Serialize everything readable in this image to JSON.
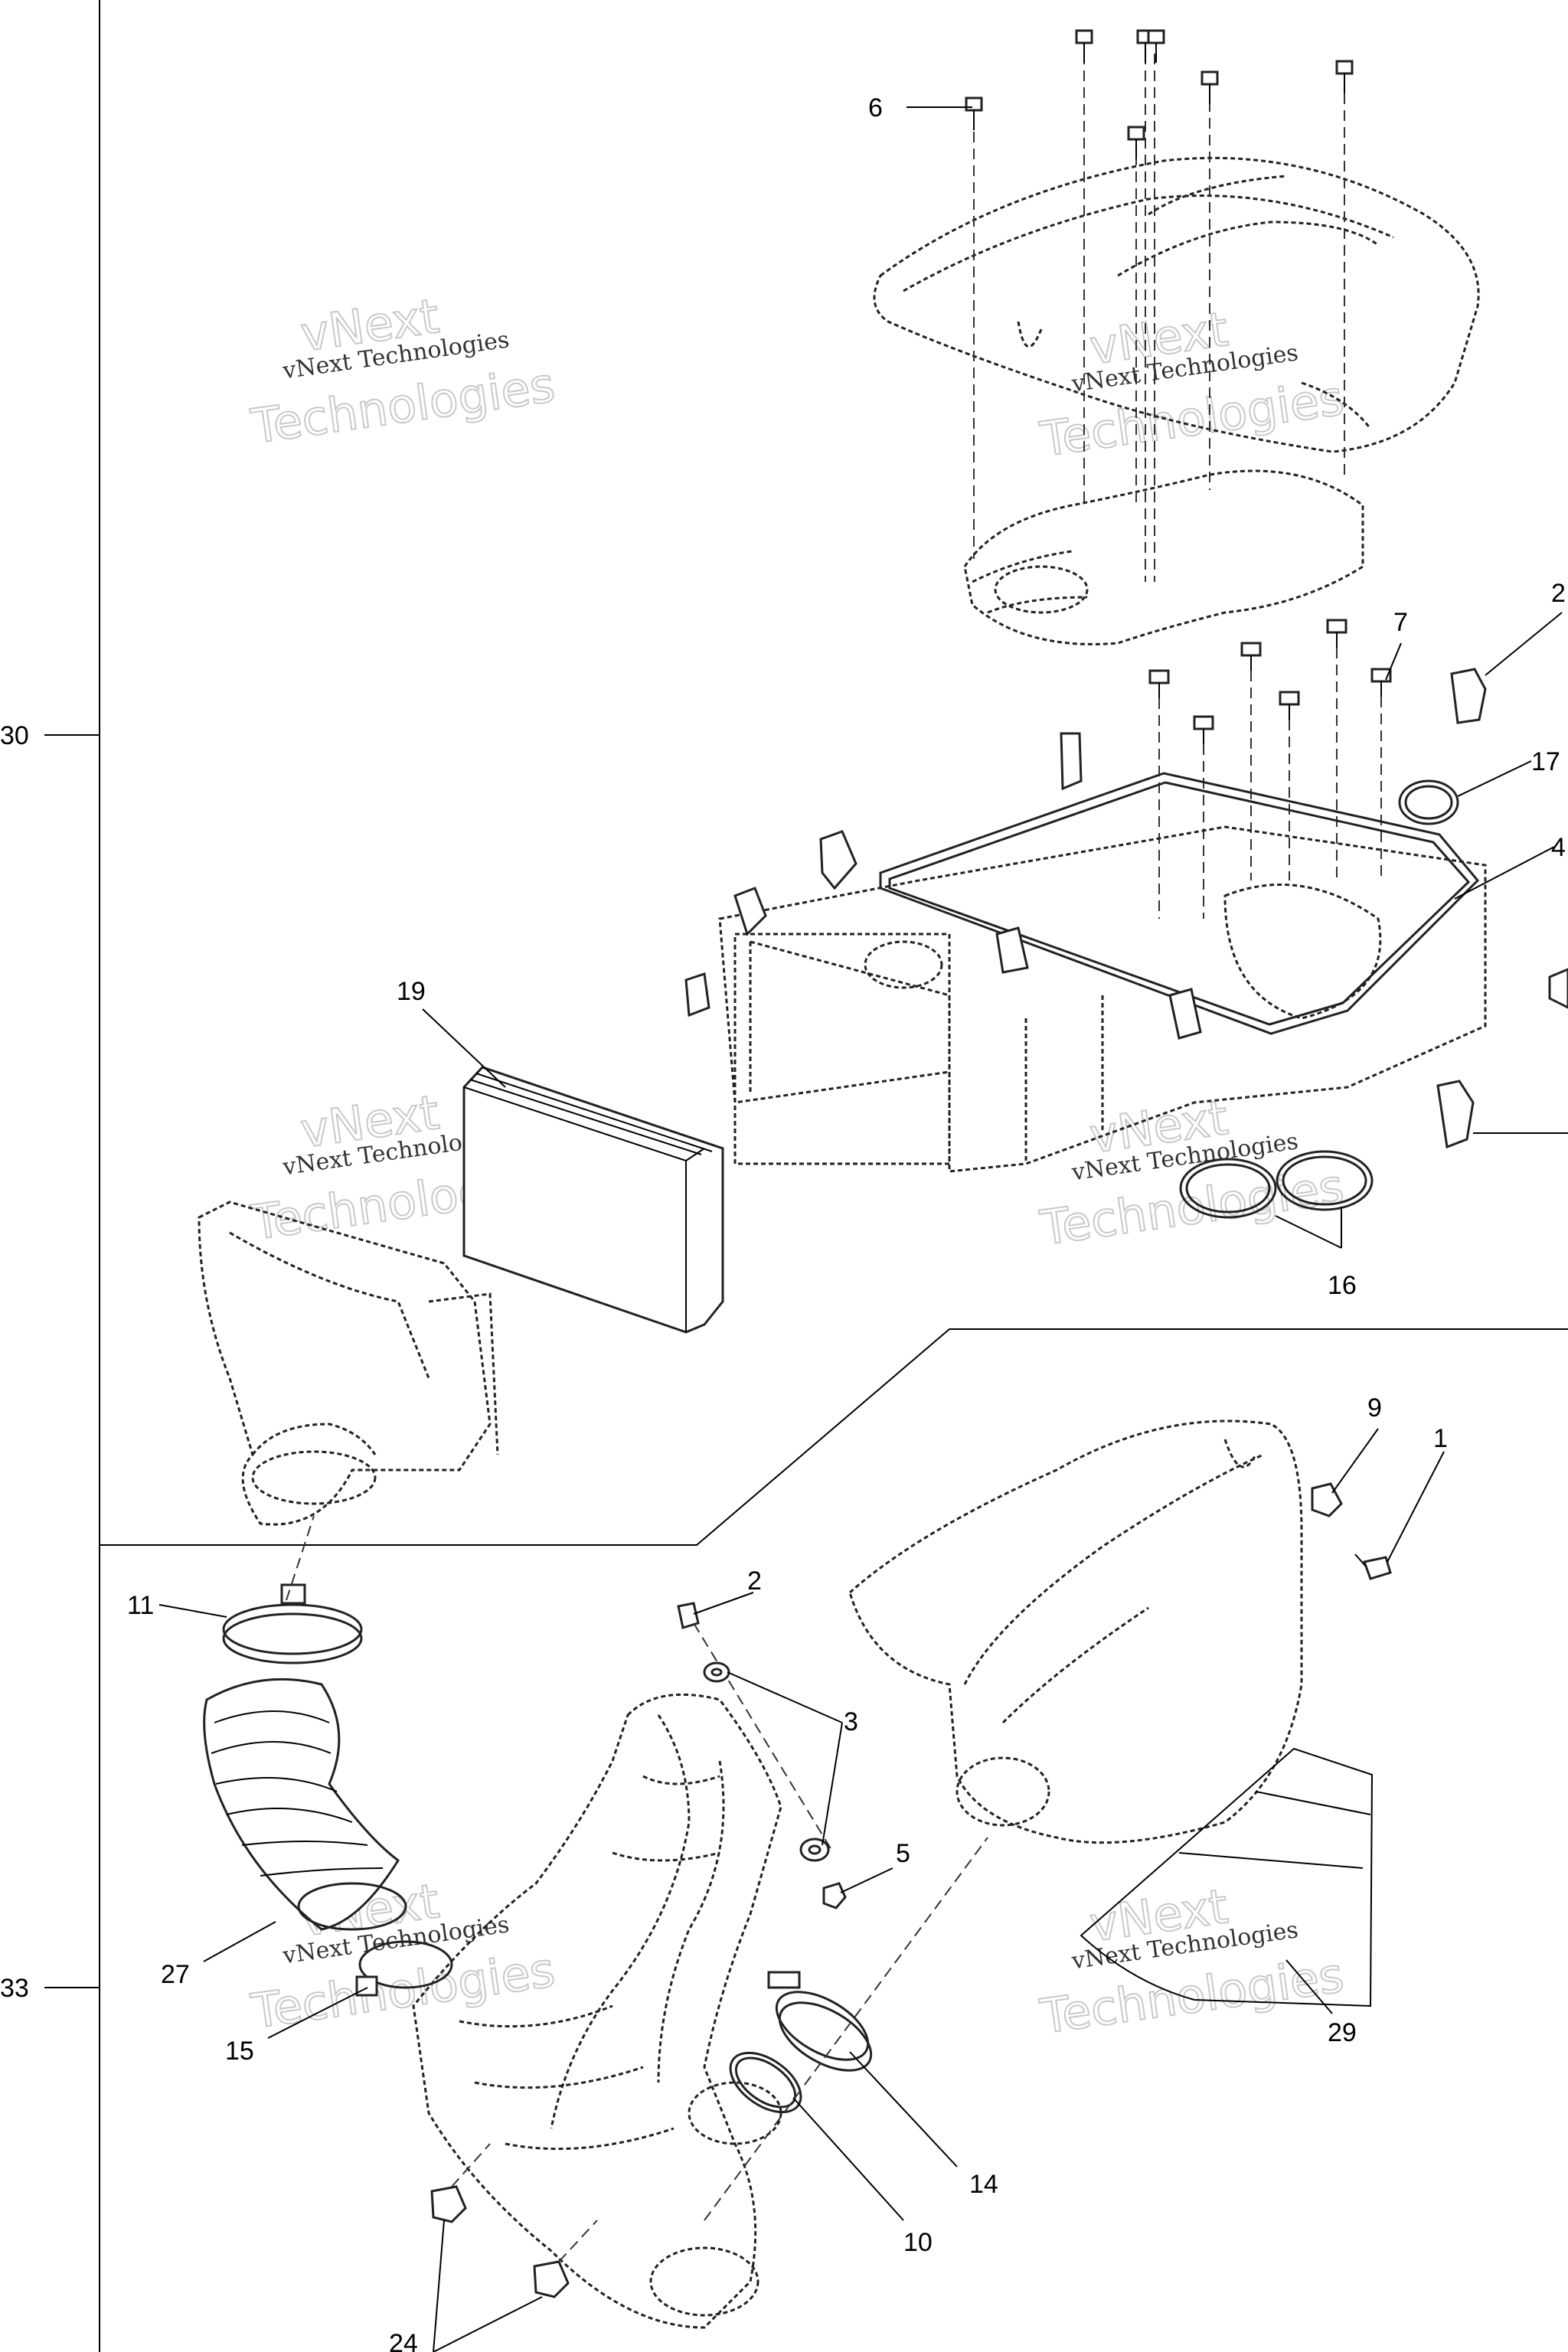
{
  "divisions": [
    {
      "label": "30"
    },
    {
      "label": "33"
    }
  ],
  "callouts": [
    {
      "label": "6"
    },
    {
      "label": "7"
    },
    {
      "label": "2"
    },
    {
      "label": "17"
    },
    {
      "label": "4"
    },
    {
      "label": "19"
    },
    {
      "label": "16"
    },
    {
      "label": "9"
    },
    {
      "label": "1"
    },
    {
      "label": "11"
    },
    {
      "label": "2"
    },
    {
      "label": "3"
    },
    {
      "label": "5"
    },
    {
      "label": "27"
    },
    {
      "label": "15"
    },
    {
      "label": "14"
    },
    {
      "label": "10"
    },
    {
      "label": "29"
    },
    {
      "label": "24"
    }
  ],
  "watermarks": [
    {
      "line1": "vNext Technologies",
      "line2": "vNext",
      "line3": "Technologies"
    },
    {
      "line1": "vNext Technologies",
      "line2": "vNext",
      "line3": "Technologies"
    },
    {
      "line1": "vNext Technologies",
      "line2": "vNext",
      "line3": "Technologies"
    },
    {
      "line1": "vNext Technologies",
      "line2": "vNext",
      "line3": "Technologies"
    },
    {
      "line1": "vNext Technologies",
      "line2": "vNext",
      "line3": "Technologies"
    },
    {
      "line1": "vNext Technologies",
      "line2": "vNext",
      "line3": "Technologies"
    }
  ]
}
